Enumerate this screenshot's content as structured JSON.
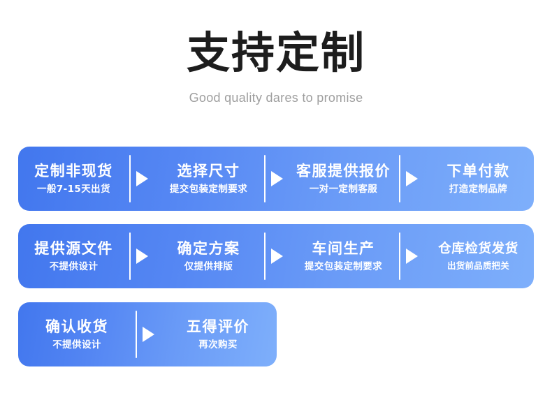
{
  "header": {
    "title": "支持定制",
    "subtitle": "Good quality dares to promise"
  },
  "colors": {
    "gradient_start": "#4277ee",
    "gradient_end": "#7eaffb",
    "title_color": "#1d1d1d",
    "subtitle_color": "#9e9e9e",
    "text_color": "#ffffff",
    "page_background": "#ffffff"
  },
  "flow": {
    "rows": [
      {
        "steps": [
          {
            "title": "定制非现货",
            "sub": "一般7-15天出货"
          },
          {
            "title": "选择尺寸",
            "sub": "提交包装定制要求"
          },
          {
            "title": "客服提供报价",
            "sub": "一对一定制客服"
          },
          {
            "title": "下单付款",
            "sub": "打造定制品牌"
          }
        ]
      },
      {
        "steps": [
          {
            "title": "提供源文件",
            "sub": "不提供设计"
          },
          {
            "title": "确定方案",
            "sub": "仅提供排版"
          },
          {
            "title": "车间生产",
            "sub": "提交包装定制要求"
          },
          {
            "title": "仓库检货发货",
            "sub": "出货前品质把关"
          }
        ]
      },
      {
        "steps": [
          {
            "title": "确认收货",
            "sub": "不提供设计"
          },
          {
            "title": "五得评价",
            "sub": "再次购买"
          }
        ]
      }
    ],
    "separator_icon": "arrow-right-icon"
  }
}
